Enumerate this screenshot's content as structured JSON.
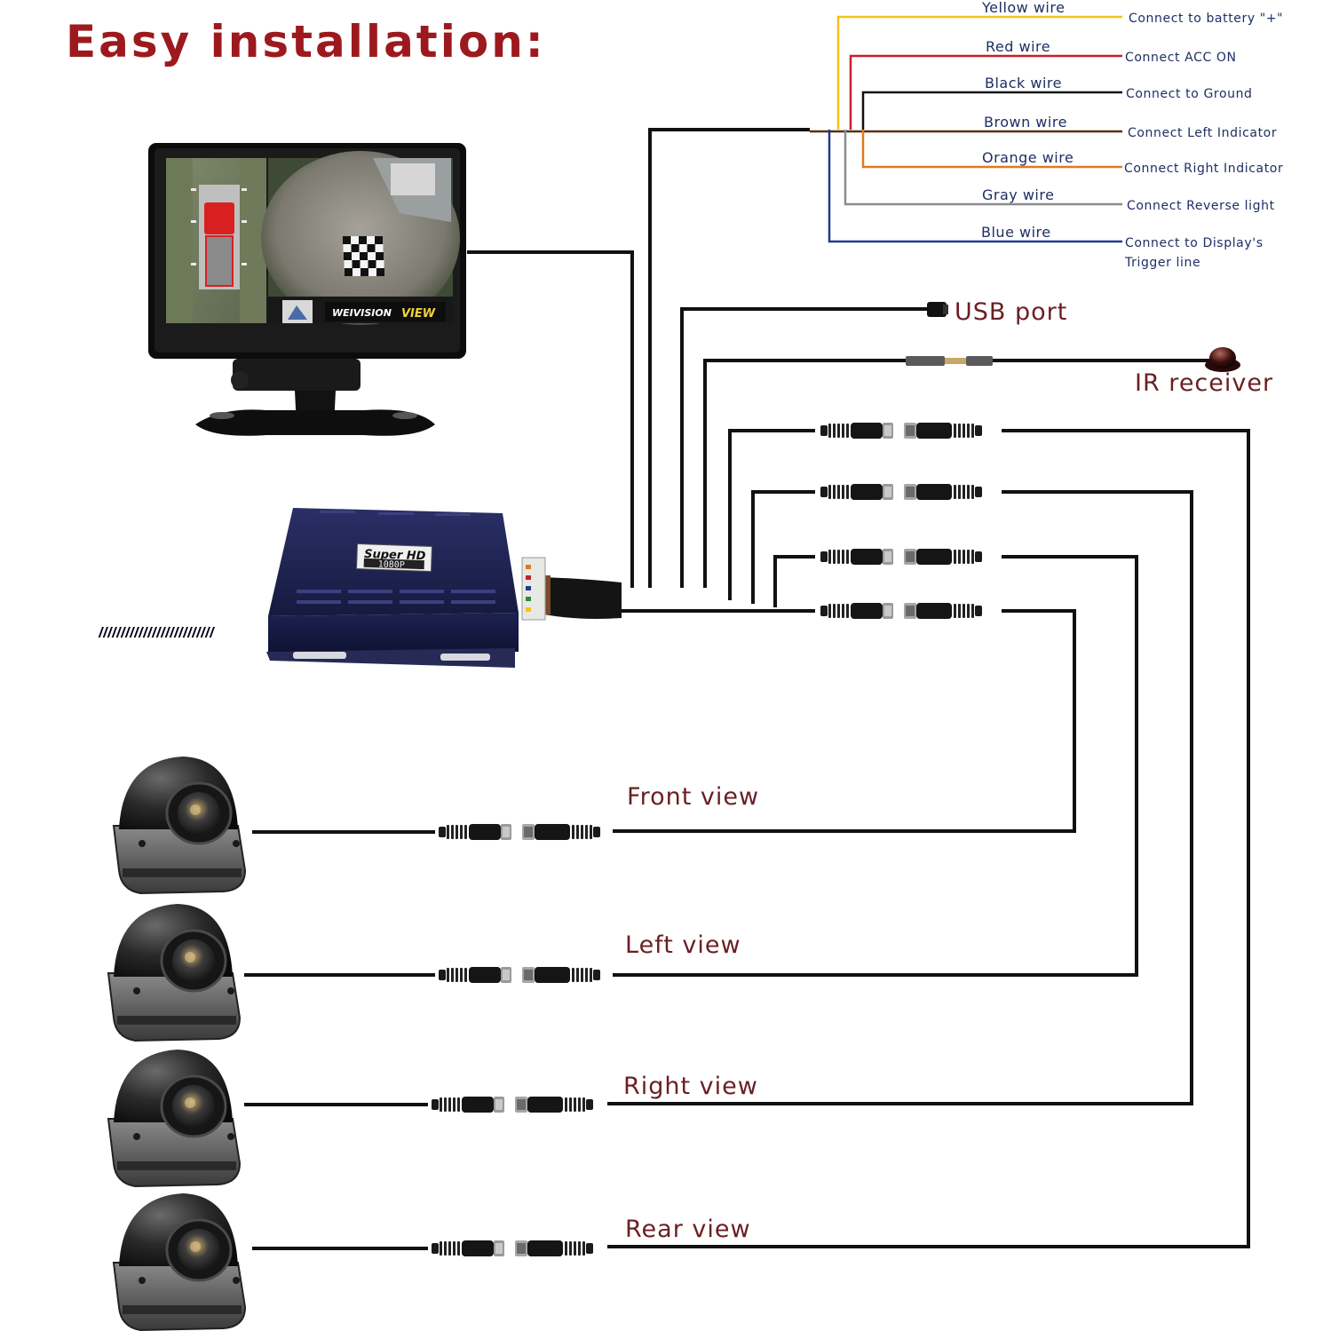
{
  "title": "Easy installation:",
  "wires": [
    {
      "label": "Yellow wire",
      "desc": "Connect to battery \"+\"",
      "color": "#f2c417"
    },
    {
      "label": "Red wire",
      "desc": "Connect ACC  ON",
      "color": "#c8202a"
    },
    {
      "label": "Black wire",
      "desc": "Connect to Ground",
      "color": "#111111"
    },
    {
      "label": "Brown wire",
      "desc": "Connect Left Indicator",
      "color": "#5a2e14"
    },
    {
      "label": "Orange wire",
      "desc": "Connect Right Indicator",
      "color": "#e07a1e"
    },
    {
      "label": "Gray wire",
      "desc": "Connect Reverse light",
      "color": "#8c8c8c"
    },
    {
      "label": "Blue wire",
      "desc": "Connect to Display's",
      "desc2": "Trigger line",
      "color": "#1f3a8f"
    }
  ],
  "ports": {
    "usb": "USB port",
    "ir": "IR receiver"
  },
  "cameras": [
    {
      "label": "Front view"
    },
    {
      "label": "Left view"
    },
    {
      "label": "Right view"
    },
    {
      "label": "Rear view"
    }
  ],
  "monitor": {
    "brand": "WEIVISION",
    "brand_suffix": "VIEW"
  },
  "dvr": {
    "badge_line1": "Super HD",
    "badge_line2": "1080P"
  },
  "colors": {
    "title": "#9c1a1e",
    "label": "#1e2f63",
    "port_label": "#6a1f22",
    "cable": "#111111"
  }
}
